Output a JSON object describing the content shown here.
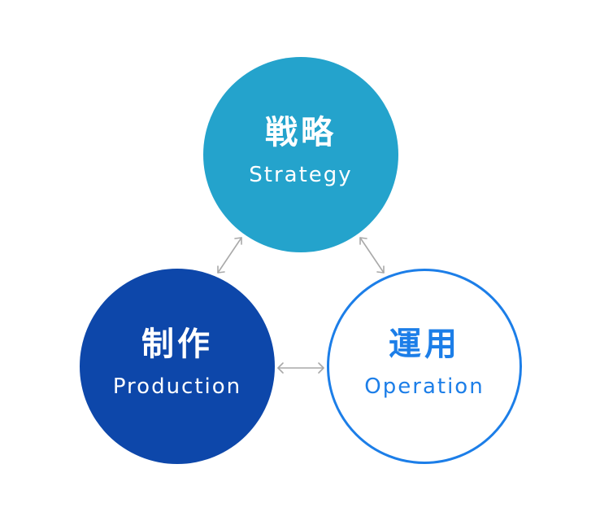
{
  "nodes": {
    "strategy": {
      "jp": "戦略",
      "en": "Strategy"
    },
    "production": {
      "jp": "制作",
      "en": "Production"
    },
    "operation": {
      "jp": "運用",
      "en": "Operation"
    }
  },
  "colors": {
    "strategy_fill": "#24a3cc",
    "production_fill": "#0d47aa",
    "operation_border": "#1c7ee8",
    "operation_text": "#1c7ee8",
    "connector": "#a9a9a9"
  },
  "connectors": [
    {
      "from": "strategy",
      "to": "production",
      "style": "double-arrow"
    },
    {
      "from": "strategy",
      "to": "operation",
      "style": "double-arrow"
    },
    {
      "from": "production",
      "to": "operation",
      "style": "double-arrow"
    }
  ]
}
